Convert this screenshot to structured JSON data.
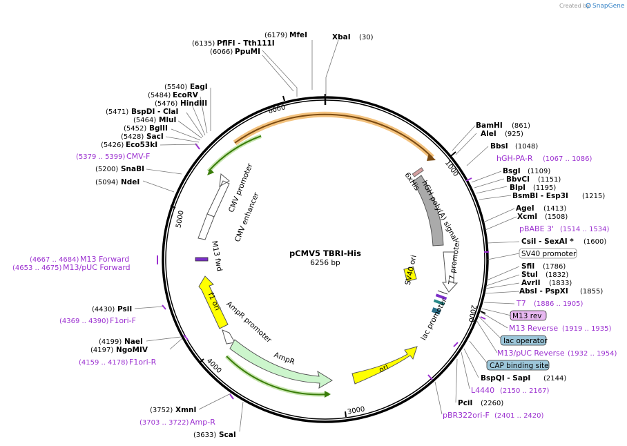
{
  "brand": {
    "created_by": "Created by",
    "name": "SnapGene"
  },
  "plasmid": {
    "name": "pCMV5 TBRI-His",
    "size": "6256 bp",
    "length": 6256
  },
  "ticks": [
    "1000",
    "2000",
    "3000",
    "4000",
    "5000",
    "6000"
  ],
  "features": {
    "cmv_promoter": "CMV promoter",
    "cmv_enhancer": "CMV enhancer",
    "m13_fwd": "M13 fwd",
    "f1_ori": "f1 ori",
    "ampr_promoter": "AmpR promoter",
    "ampr": "AmpR",
    "ori": "ori",
    "lac_promoter": "lac promoter",
    "t7_promoter": "T7 promoter",
    "sv40_ori": "SV40 ori",
    "hgh_polya": "hGH poly(A) signal",
    "his6": "6xHis"
  },
  "labels": [
    {
      "name": "MfeI",
      "pos": "(6179)",
      "kind": "site"
    },
    {
      "name": "XbaI",
      "pos": "(30)",
      "kind": "site"
    },
    {
      "name": "PflFI - Tth111I",
      "pos": "(6135)",
      "kind": "site"
    },
    {
      "name": "PpuMI",
      "pos": "(6066)",
      "kind": "site"
    },
    {
      "name": "EagI",
      "pos": "(5540)",
      "kind": "site"
    },
    {
      "name": "EcoRV",
      "pos": "(5484)",
      "kind": "site"
    },
    {
      "name": "HindIII",
      "pos": "(5476)",
      "kind": "site"
    },
    {
      "name": "BspDI - ClaI",
      "pos": "(5471)",
      "kind": "site"
    },
    {
      "name": "MluI",
      "pos": "(5464)",
      "kind": "site"
    },
    {
      "name": "BglII",
      "pos": "(5452)",
      "kind": "site"
    },
    {
      "name": "SacI",
      "pos": "(5428)",
      "kind": "site"
    },
    {
      "name": "Eco53kI",
      "pos": "(5426)",
      "kind": "site"
    },
    {
      "name": "CMV-F",
      "pos": "(5379 .. 5399)",
      "kind": "primer"
    },
    {
      "name": "SnaBI",
      "pos": "(5200)",
      "kind": "site"
    },
    {
      "name": "NdeI",
      "pos": "(5094)",
      "kind": "site"
    },
    {
      "name": "M13 Forward",
      "pos": "(4667 .. 4684)",
      "kind": "primer"
    },
    {
      "name": "M13/pUC Forward",
      "pos": "(4653 .. 4675)",
      "kind": "primer"
    },
    {
      "name": "PsiI",
      "pos": "(4430)",
      "kind": "site"
    },
    {
      "name": "F1ori-F",
      "pos": "(4369 .. 4390)",
      "kind": "primer"
    },
    {
      "name": "NaeI",
      "pos": "(4199)",
      "kind": "site"
    },
    {
      "name": "NgoMIV",
      "pos": "(4197)",
      "kind": "site"
    },
    {
      "name": "F1ori-R",
      "pos": "(4159 .. 4178)",
      "kind": "primer"
    },
    {
      "name": "XmnI",
      "pos": "(3752)",
      "kind": "site"
    },
    {
      "name": "Amp-R",
      "pos": "(3703 .. 3722)",
      "kind": "primer"
    },
    {
      "name": "ScaI",
      "pos": "(3633)",
      "kind": "site"
    },
    {
      "name": "BamHI",
      "pos": "(861)",
      "kind": "site"
    },
    {
      "name": "AleI",
      "pos": "(925)",
      "kind": "site"
    },
    {
      "name": "BbsI",
      "pos": "(1048)",
      "kind": "site"
    },
    {
      "name": "hGH-PA-R",
      "pos": "(1067 .. 1086)",
      "kind": "primer"
    },
    {
      "name": "BsgI",
      "pos": "(1109)",
      "kind": "site"
    },
    {
      "name": "BbvCI",
      "pos": "(1151)",
      "kind": "site"
    },
    {
      "name": "BlpI",
      "pos": "(1195)",
      "kind": "site"
    },
    {
      "name": "BsmBI - Esp3I",
      "pos": "(1215)",
      "kind": "site"
    },
    {
      "name": "AgeI",
      "pos": "(1413)",
      "kind": "site"
    },
    {
      "name": "XcmI",
      "pos": "(1508)",
      "kind": "site"
    },
    {
      "name": "pBABE 3'",
      "pos": "(1514 .. 1534)",
      "kind": "primer"
    },
    {
      "name": "CsiI - SexAI *",
      "pos": "(1600)",
      "kind": "site"
    },
    {
      "name": "SV40 promoter",
      "pos": "",
      "kind": "feature"
    },
    {
      "name": "SfiI",
      "pos": "(1786)",
      "kind": "site"
    },
    {
      "name": "StuI",
      "pos": "(1832)",
      "kind": "site"
    },
    {
      "name": "AvrII",
      "pos": "(1833)",
      "kind": "site"
    },
    {
      "name": "AbsI - PspXI",
      "pos": "(1855)",
      "kind": "site"
    },
    {
      "name": "T7",
      "pos": "(1886 .. 1905)",
      "kind": "primer"
    },
    {
      "name": "M13 rev",
      "pos": "",
      "kind": "feature"
    },
    {
      "name": "M13 Reverse",
      "pos": "(1919 .. 1935)",
      "kind": "primer"
    },
    {
      "name": "lac operator",
      "pos": "",
      "kind": "feature"
    },
    {
      "name": "M13/pUC Reverse",
      "pos": "(1932 .. 1954)",
      "kind": "primer"
    },
    {
      "name": "CAP binding site",
      "pos": "",
      "kind": "feature"
    },
    {
      "name": "BspQI - SapI",
      "pos": "(2144)",
      "kind": "site"
    },
    {
      "name": "L4440",
      "pos": "(2150 .. 2167)",
      "kind": "primer"
    },
    {
      "name": "PciI",
      "pos": "(2260)",
      "kind": "site"
    },
    {
      "name": "pBR322ori-F",
      "pos": "(2401 .. 2420)",
      "kind": "primer"
    }
  ]
}
